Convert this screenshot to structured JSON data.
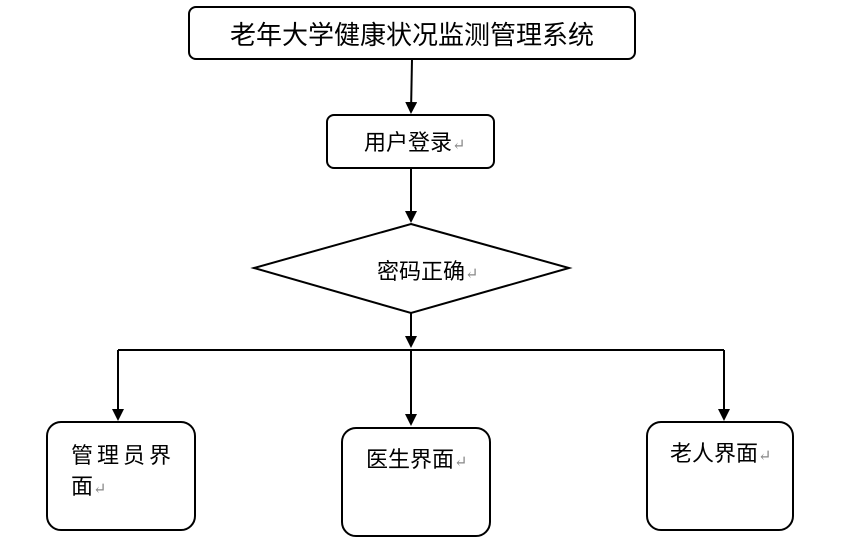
{
  "title": "老年大学健康状况监测管理系统",
  "nodes": {
    "login": "用户登录",
    "password_check": "密码正确",
    "admin_line1": "管理员界",
    "admin_line2": "面",
    "doctor": "医生界面",
    "elder": "老人界面"
  },
  "return_mark": "↵"
}
